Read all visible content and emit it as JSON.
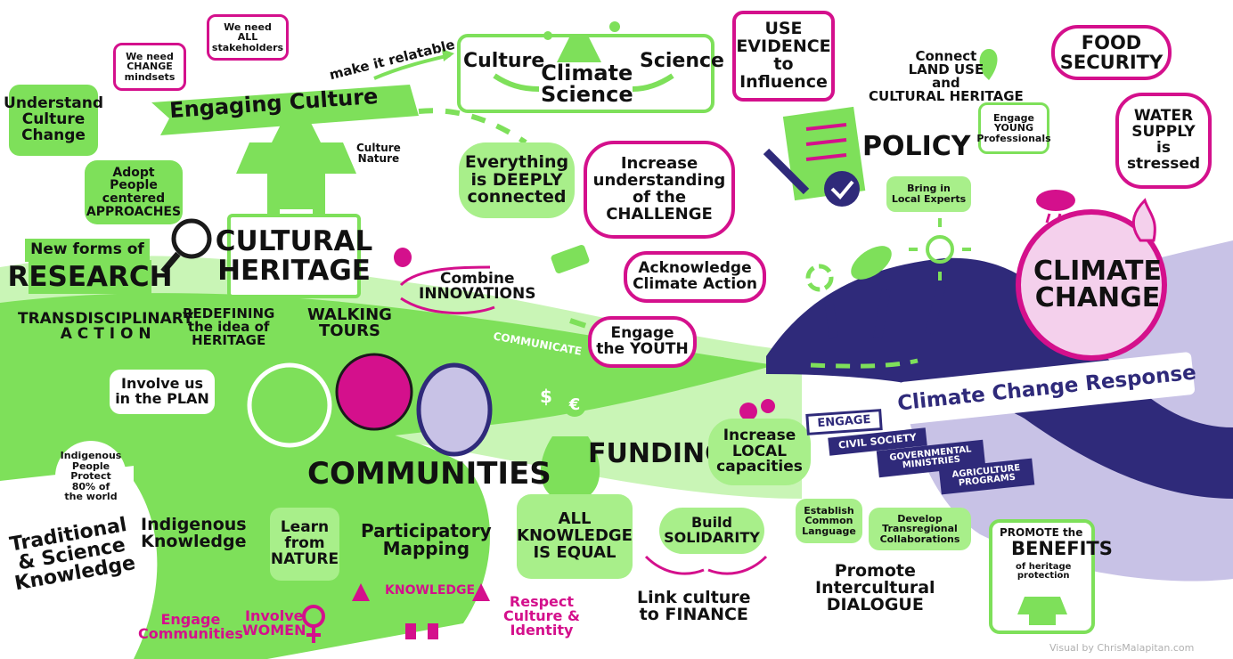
{
  "colors": {
    "green": "#7ee05a",
    "light_green": "#c9f5b6",
    "magenta": "#d4108c",
    "navy": "#2f2a7a",
    "lavender": "#c8c2e6",
    "pink": "#f4d0ec"
  },
  "culture_section": {
    "change_mindsets": "We need\nCHANGE\nmindsets",
    "all_stakeholders": "We need\nALL\nstakeholders",
    "make_relatable": "make it relatable",
    "engaging_culture": "Engaging Culture",
    "understand_culture": "Understand\nCulture\nChange",
    "adopt_people": "Adopt\nPeople\ncentered\nAPPROACHES",
    "culture_nature": "Culture\nNature",
    "cultural_heritage": "CULTURAL\nHERITAGE",
    "new_forms": "New forms of",
    "research": "RESEARCH",
    "transdisciplinary": "TRANSDISCIPLINARY\nA C T I O N",
    "redefining": "REDEFINING\nthe idea of\nHERITAGE",
    "walking_tours": "WALKING\nTOURS"
  },
  "science_section": {
    "culture": "Culture",
    "climate_science": "Climate\nScience",
    "science": "Science",
    "everything_connected": "Everything\nis DEEPLY\nconnected",
    "increase_understanding": "Increase\nunderstanding\nof the\nCHALLENGE",
    "combine_innovations": "Combine\nINNOVATIONS",
    "acknowledge": "Acknowledge\nClimate Action",
    "engage_youth": "Engage\nthe YOUTH",
    "communicate": "COMMUNICATE"
  },
  "policy_section": {
    "use_evidence": "USE\nEVIDENCE\nto\nInfluence",
    "connect_land": "Connect\nLAND USE\nand\nCULTURAL HERITAGE",
    "engage_young": "Engage\nYOUNG\nProfessionals",
    "policy": "POLICY",
    "local_experts": "Bring in\nLocal Experts"
  },
  "climate_section": {
    "food_security": "FOOD\nSECURITY",
    "water_supply": "WATER\nSUPPLY\nis\nstressed",
    "climate_change": "CLIMATE\nCHANGE",
    "response": "Climate Change Response"
  },
  "communities_section": {
    "involve_plan": "Involve us\nin the PLAN",
    "communities": "COMMUNITIES",
    "indigenous_people": "Indigenous\nPeople\nProtect\n80% of\nthe world",
    "indigenous_knowledge": "Indigenous\nKnowledge",
    "learn_nature": "Learn\nfrom\nNATURE",
    "traditional": "Traditional\n& Science\nKnowledge",
    "engage_communities": "Engage\nCommunities",
    "involve_women": "Involve\nWOMEN",
    "participatory": "Participatory\nMapping",
    "knowledge": "KNOWLEDGE",
    "respect_culture": "Respect\nCulture &\nIdentity"
  },
  "funding_section": {
    "funding": "FUNDING",
    "all_knowledge": "ALL\nKNOWLEDGE\nIS EQUAL",
    "increase_local": "Increase\nLOCAL\ncapacities",
    "build_solidarity": "Build\nSOLIDARITY",
    "link_culture": "Link culture\nto FINANCE",
    "dollar": "$",
    "euro": "€"
  },
  "engage_section": {
    "engage": "ENGAGE",
    "civil_society": "CIVIL SOCIETY",
    "governmental": "GOVERNMENTAL\nMINISTRIES",
    "agriculture": "AGRICULTURE\nPROGRAMS",
    "establish_language": "Establish\nCommon\nLanguage",
    "develop_collab": "Develop\nTransregional\nCollaborations",
    "promote_dialogue": "Promote\nIntercultural\nDIALOGUE",
    "promote_benefits_1": "PROMOTE the",
    "promote_benefits_2": "BENEFITS",
    "promote_benefits_3": "of heritage\nprotection"
  },
  "credit": "Visual by ChrisMalapitan.com",
  "icons": [
    "pagoda-icon",
    "magnifier-icon",
    "lightbulb-icon",
    "megaphone-icon",
    "flask-icon",
    "clipboard-icon",
    "pencil-icon",
    "checkmark-icon",
    "recycle-icon",
    "leaf-icon",
    "sun-icon",
    "globe-icon",
    "cloud-rain-icon",
    "fire-icon",
    "money-bag-icon",
    "gears-icon",
    "hands-icon",
    "female-icon",
    "map-pin-icon"
  ]
}
